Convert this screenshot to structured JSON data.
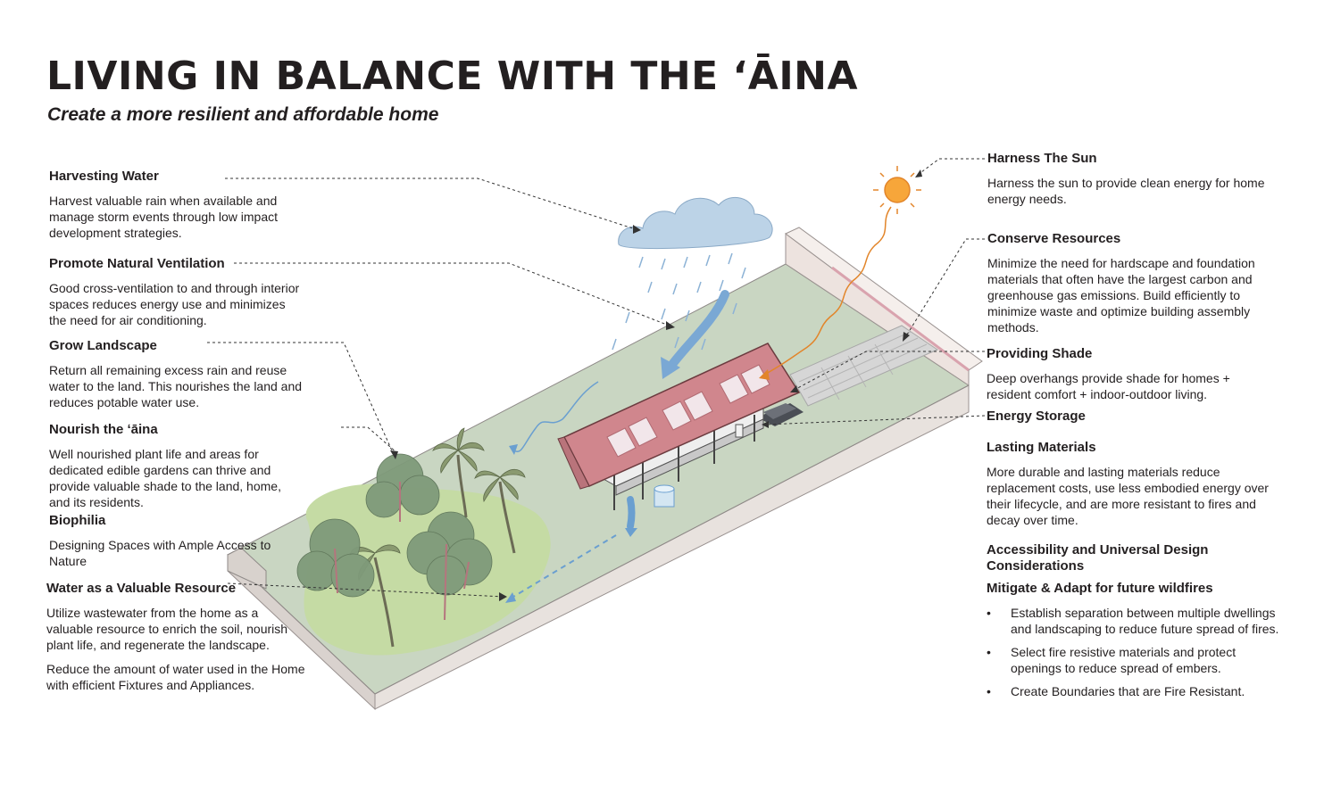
{
  "header": {
    "title": "LIVING IN BALANCE WITH THE ʻĀINA",
    "subtitle": "Create a more resilient and affordable home"
  },
  "left_callouts": [
    {
      "heading": "Harvesting Water",
      "body": [
        "Harvest valuable rain when available and manage storm events through low impact development strategies."
      ]
    },
    {
      "heading": "Promote Natural Ventilation",
      "body": [
        "Good cross-ventilation to and through interior spaces reduces energy use and minimizes the need for air conditioning."
      ]
    },
    {
      "heading": "Grow Landscape",
      "body": [
        "Return all remaining excess rain and reuse water to the land. This nourishes the land and reduces potable water use."
      ]
    },
    {
      "heading": "Nourish the ʻāina",
      "body": [
        "Well nourished plant life and areas for dedicated edible gardens can thrive and provide valuable shade to the land, home, and its residents."
      ]
    },
    {
      "heading": "Biophilia",
      "body": [
        "Designing Spaces with Ample Access to Nature"
      ]
    },
    {
      "heading": "Water as a Valuable Resource",
      "body": [
        "Utilize wastewater from the home as a valuable resource to enrich the soil, nourish plant life, and regenerate the landscape.",
        "Reduce the amount of water used in the Home with efficient Fixtures and Appliances."
      ]
    }
  ],
  "right_callouts": [
    {
      "heading": "Harness The Sun",
      "body": [
        "Harness the sun to provide clean energy for home energy needs."
      ]
    },
    {
      "heading": "Conserve Resources",
      "body": [
        "Minimize the need for hardscape and foundation materials that often have the largest carbon and greenhouse gas emissions. Build efficiently to minimize waste and optimize building assembly methods."
      ]
    },
    {
      "heading": "Providing Shade",
      "body": [
        "Deep overhangs provide shade for homes + resident comfort + indoor-outdoor living."
      ]
    },
    {
      "heading": "Energy Storage",
      "body": []
    },
    {
      "heading": "Lasting Materials",
      "body": [
        "More durable and lasting materials reduce replacement costs, use less embodied energy over their lifecycle, and are more resistant to fires and decay over time."
      ]
    },
    {
      "heading": "Accessibility and Universal Design Considerations",
      "body": []
    }
  ],
  "wildfire": {
    "heading": "Mitigate & Adapt for future wildfires",
    "bullets": [
      "Establish separation between multiple dwellings and landscaping to reduce future spread of fires.",
      "Select fire resistive materials and protect openings to reduce spread of embers.",
      "Create Boundaries that are Fire Resistant."
    ]
  },
  "colors": {
    "ground": "#c9d6c2",
    "grass": "#c5dba4",
    "roof": "#d0868d",
    "wall": "#eeeeee",
    "slab": "#efe8e4",
    "sun": "#f7a63a",
    "water": "#6a9fd0",
    "tree": "#7f9a7a",
    "text": "#231f20"
  }
}
